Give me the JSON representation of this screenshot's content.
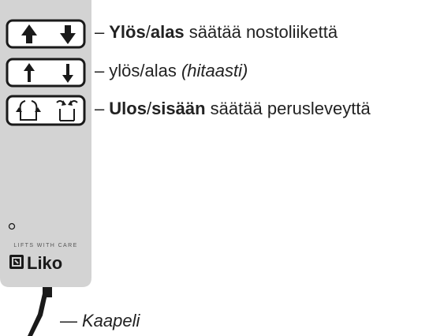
{
  "labels": {
    "up_down": {
      "dash": "–",
      "bold_a": "Ylös",
      "sep": "/",
      "bold_b": "alas",
      "rest": " säätää nostoliikettä"
    },
    "slow": {
      "dash": "–",
      "text": "ylös/alas ",
      "italic": "(hitaasti)"
    },
    "in_out": {
      "dash": "–",
      "bold_a": "Ulos",
      "sep": "/",
      "bold_b": "sisään",
      "rest": " säätää perusleveyttä"
    },
    "cable": {
      "dash": "—",
      "text": "Kaapeli"
    }
  },
  "remote": {
    "tagline": "LIFTS WITH CARE",
    "brand": "Liko"
  },
  "colors": {
    "body": "#d3d3d3",
    "ink": "#1a1a1a",
    "button_fill": "#ffffff"
  },
  "icons": [
    "arrow-up-bold-icon",
    "arrow-down-bold-icon",
    "arrow-up-thin-icon",
    "arrow-down-thin-icon",
    "spread-out-icon",
    "spread-in-icon",
    "liko-logo-icon"
  ]
}
